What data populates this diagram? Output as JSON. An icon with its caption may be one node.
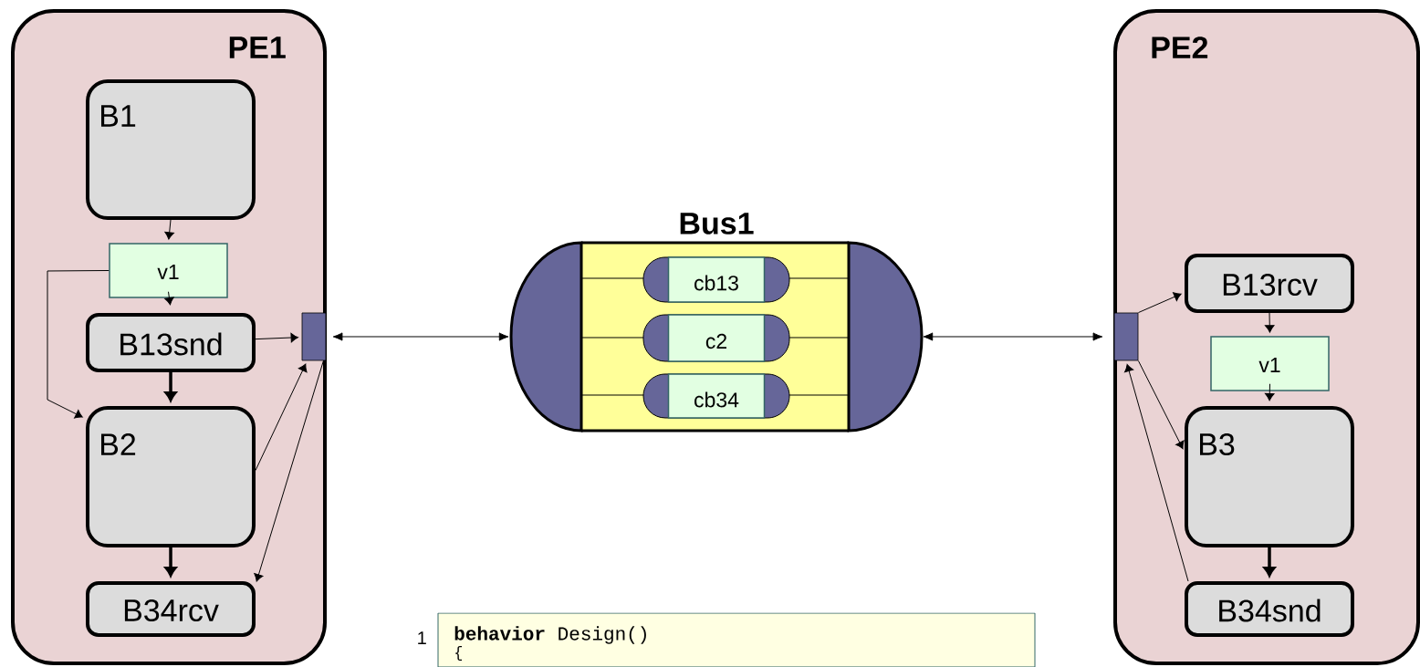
{
  "diagram": {
    "nodes": [
      {
        "text": [
          "PE1"
        ]
      },
      {
        "text": [
          "B1"
        ],
        "in": 0
      },
      {
        "text": [
          "v1"
        ],
        "in": 0
      },
      {
        "text": [
          "B13snd"
        ],
        "in": 0
      },
      {
        "text": [
          "B2"
        ],
        "in": 0
      },
      {
        "text": [
          "B34rcv"
        ],
        "in": 0
      },
      {
        "text": [],
        "shape": "box",
        "in": 0
      },
      {
        "text": [
          "Bus1"
        ]
      },
      {
        "text": [
          "cb13"
        ],
        "in": 7
      },
      {
        "text": [
          "c2"
        ],
        "in": 7
      },
      {
        "text": [
          "cb34"
        ],
        "in": 7
      },
      {
        "text": [
          "PE2"
        ]
      },
      {
        "text": [],
        "shape": "box",
        "in": 11
      },
      {
        "text": [
          "B13rcv"
        ],
        "in": 11
      },
      {
        "text": [
          "v1"
        ],
        "in": 11
      },
      {
        "text": [
          "B3"
        ],
        "in": 11
      },
      {
        "text": [
          "B34snd"
        ],
        "in": 11
      },
      {
        "text": [
          "**behavior** Design()",
          "{"
        ],
        "beside": [
          "1"
        ]
      }
    ],
    "edges": [
      {
        "from": 1,
        "to": 2,
        "arrow": "to"
      },
      {
        "from": 2,
        "to": 3,
        "arrow": "to"
      },
      {
        "from": 2,
        "to": 4,
        "arrow": "to"
      },
      {
        "from": 3,
        "to": 4,
        "arrow": "to",
        "style": "thick"
      },
      {
        "from": 3,
        "to": 6,
        "arrow": "to"
      },
      {
        "from": 4,
        "to": 6,
        "arrow": "to"
      },
      {
        "from": 6,
        "to": 5,
        "arrow": "to"
      },
      {
        "from": 4,
        "to": 5,
        "arrow": "to",
        "style": "thick"
      },
      {
        "from": 6,
        "to": 7,
        "arrow": "both"
      },
      {
        "from": 7,
        "to": 12,
        "arrow": "both"
      },
      {
        "from": 12,
        "to": 13,
        "arrow": "to"
      },
      {
        "from": 13,
        "to": 14,
        "arrow": "to"
      },
      {
        "from": 14,
        "to": 15,
        "arrow": "to"
      },
      {
        "from": 12,
        "to": 15,
        "arrow": "to"
      },
      {
        "from": 16,
        "to": 12,
        "arrow": "to"
      },
      {
        "from": 15,
        "to": 16,
        "arrow": "to",
        "style": "thick"
      }
    ]
  }
}
